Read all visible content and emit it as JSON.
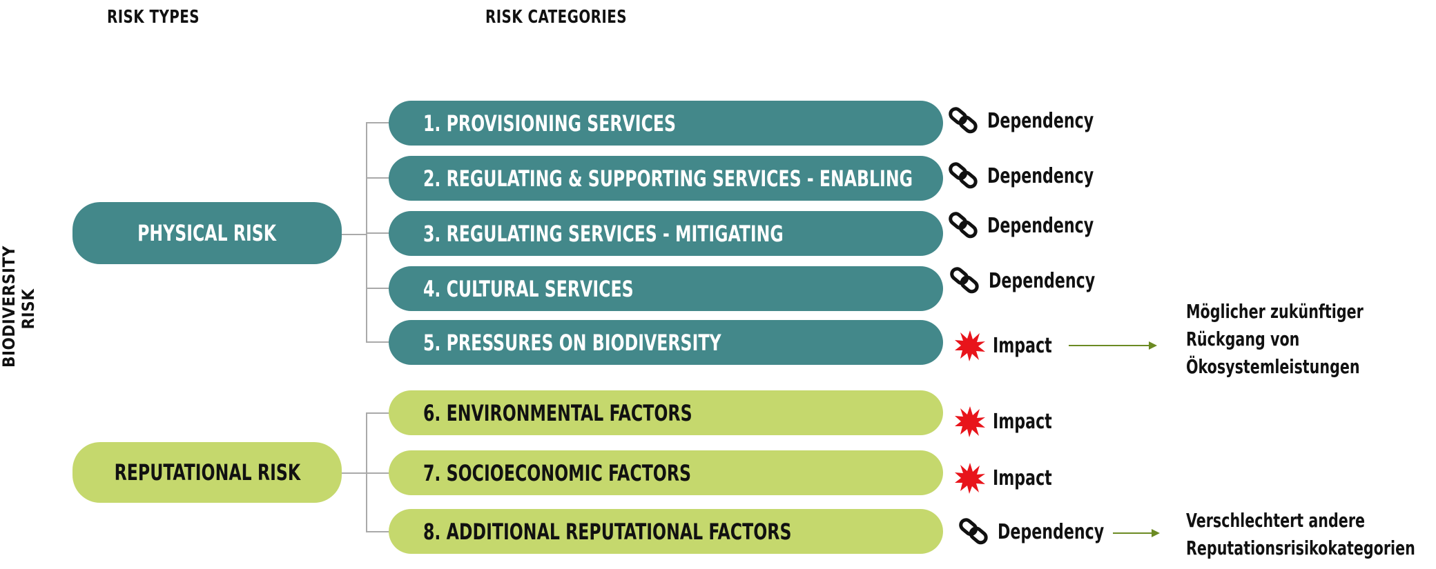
{
  "headers": {
    "risk_types": "RISK TYPES",
    "risk_categories": "RISK CATEGORIES"
  },
  "side_title": "BIODIVERSITY RISK",
  "types": [
    {
      "label": "PHYSICAL RISK",
      "color": "#43888a"
    },
    {
      "label": "REPUTATIONAL RISK",
      "color": "#c5d86d"
    }
  ],
  "categories": [
    {
      "label": "1. PROVISIONING SERVICES",
      "tag": "Dependency",
      "icon": "chain-link-icon"
    },
    {
      "label": "2. REGULATING & SUPPORTING SERVICES - ENABLING",
      "tag": "Dependency",
      "icon": "chain-link-icon"
    },
    {
      "label": "3. REGULATING SERVICES - MITIGATING",
      "tag": "Dependency",
      "icon": "chain-link-icon"
    },
    {
      "label": "4. CULTURAL SERVICES",
      "tag": "Dependency",
      "icon": "chain-link-icon"
    },
    {
      "label": "5. PRESSURES ON BIODIVERSITY",
      "tag": "Impact",
      "icon": "red-starburst-icon"
    },
    {
      "label": "6. ENVIRONMENTAL FACTORS",
      "tag": "Impact",
      "icon": "red-starburst-icon"
    },
    {
      "label": "7. SOCIOECONOMIC FACTORS",
      "tag": "Impact",
      "icon": "red-starburst-icon"
    },
    {
      "label": "8. ADDITIONAL REPUTATIONAL FACTORS",
      "tag": "Dependency",
      "icon": "chain-link-icon"
    }
  ],
  "notes": {
    "impact_note": [
      "Möglicher zukünftiger",
      "Rückgang von",
      "Ökosystemleistungen"
    ],
    "dependency_note": [
      "Verschlechtert andere",
      "Reputationsrisikokategorien"
    ]
  },
  "colors": {
    "teal": "#43888a",
    "green": "#c5d86d",
    "arrow": "#6b8a22",
    "impact_red": "#e8141b"
  }
}
